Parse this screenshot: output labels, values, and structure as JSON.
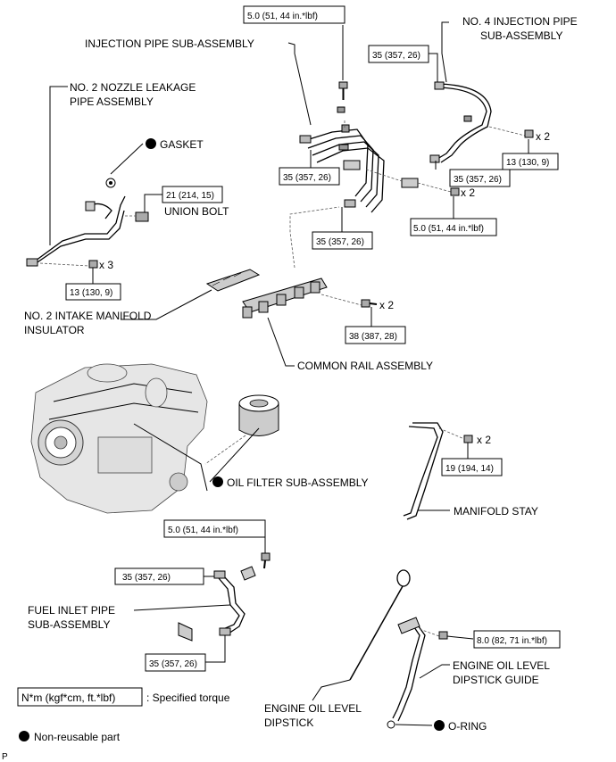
{
  "labels": {
    "injection_pipe": "INJECTION PIPE SUB-ASSEMBLY",
    "no4_line1": "NO. 4 INJECTION PIPE",
    "no4_line2": "SUB-ASSEMBLY",
    "no2_nozzle_line1": "NO. 2 NOZZLE LEAKAGE",
    "no2_nozzle_line2": "PIPE ASSEMBLY",
    "gasket": "GASKET",
    "union_bolt": "UNION BOLT",
    "no2_intake_line1": "NO. 2 INTAKE MANIFOLD",
    "no2_intake_line2": "INSULATOR",
    "common_rail": "COMMON RAIL ASSEMBLY",
    "oil_filter": "OIL FILTER SUB-ASSEMBLY",
    "manifold_stay": "MANIFOLD STAY",
    "fuel_inlet_line1": "FUEL INLET PIPE",
    "fuel_inlet_line2": "SUB-ASSEMBLY",
    "dipstick_guide_line1": "ENGINE OIL LEVEL",
    "dipstick_guide_line2": "DIPSTICK GUIDE",
    "dipstick_line1": "ENGINE OIL LEVEL",
    "dipstick_line2": "DIPSTICK",
    "o_ring": "O-RING"
  },
  "torques": {
    "t_top": "5.0 (51, 44 in.*lbf)",
    "t_no4": "35 (357, 26)",
    "t_13_right": "13 (130, 9)",
    "t_35_left": "35 (357, 26)",
    "t_35_right": "35 (357, 26)",
    "t_union": "21 (214, 15)",
    "t_35_mid": "35 (357, 26)",
    "t_5_mid": "5.0 (51, 44 in.*lbf)",
    "t_13_left": "13 (130, 9)",
    "t_38": "38 (387, 28)",
    "t_19": "19 (194, 14)",
    "t_5_fuel": "5.0 (51, 44 in.*lbf)",
    "t_35_fuel_top": "35 (357, 26)",
    "t_35_fuel_bot": "35 (357, 26)",
    "t_8": "8.0 (82, 71 in.*lbf)"
  },
  "multipliers": {
    "x2_no4": "x 2",
    "x2_mid": "x 2",
    "x3": "x 3",
    "x2_rail": "x 2",
    "x2_stay": "x 2"
  },
  "legend": {
    "torque_box": "N*m (kgf*cm, ft.*lbf)",
    "torque_text": ": Specified torque",
    "nonreusable_text": "Non-reusable part"
  },
  "corner_mark": "P"
}
